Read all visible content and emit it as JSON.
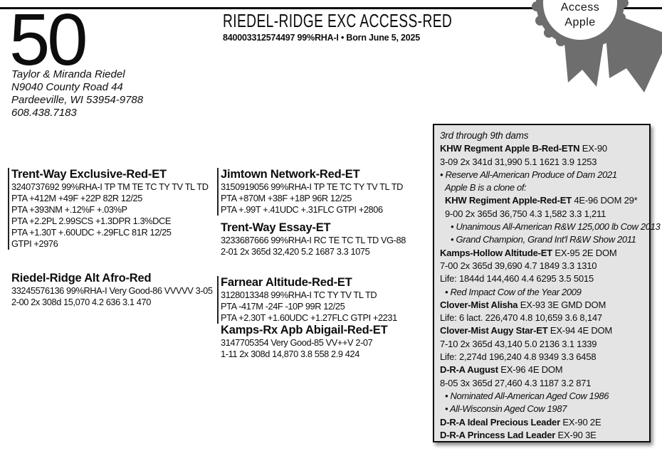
{
  "lot": {
    "number": "50"
  },
  "consignor": {
    "name": "Taylor & Miranda Riedel",
    "address_line1": "N9040 County Road 44",
    "address_line2": "Pardeeville, WI 53954-9788",
    "phone": "608.438.7183"
  },
  "animal": {
    "name": "RIEDEL-RIDGE EXC ACCESS-RED",
    "details": "840003312574497 99%RHA-I  •  Born June 5, 2025"
  },
  "ribbon": {
    "line1": "Access",
    "line2": "Apple",
    "color": "#6e6e6e"
  },
  "pedigree": {
    "left_column": [
      {
        "name": "Trent-Way Exclusive-Red-ET",
        "bar": true,
        "gap": 0,
        "lines": [
          "3240737692 99%RHA-I TP TM TE TC TY TV TL TD",
          "PTA +412M +49F +22P 82R 12/25",
          "PTA +393NM +.12%F +.03%P",
          "PTA +2.2PL 2.99SCS +1.3DPR 1.3%DCE",
          "PTA +1.30T +.60UDC +.29FLC 81R 12/25",
          "GTPI +2976"
        ]
      },
      {
        "name": "Riedel-Ridge Alt Afro-Red",
        "bar": false,
        "gap": 31,
        "lines": [
          "33245576136 99%RHA-I  Very Good-86 VVVVV 3-05",
          "2-00 2x 308d 15,070  4.2 636 3.1 470"
        ]
      }
    ],
    "middle_column": [
      {
        "name": "Jimtown Network-Red-ET",
        "bar": true,
        "gap": 0,
        "lines": [
          "3150919056 99%RHA-I TP TE TC TY TV TL TD",
          "PTA +870M +38F +18P 96R 12/25",
          "PTA +.99T +.41UDC +.31FLC   GTPI +2806"
        ]
      },
      {
        "name": "Trent-Way Essay-ET",
        "bar": false,
        "gap": 8,
        "lines": [
          "3233687666 99%RHA-I RC TE TC TL TD   VG-88",
          "2-01 2x 365d 32,420 5.2 1687 3.3 1075"
        ]
      },
      {
        "name": "Farnear Altitude-Red-ET",
        "bar": true,
        "gap": 26,
        "lines": [
          "3128013348 99%RHA-I TC TY TV TL TD",
          "PTA -417M -24F -10P 99R 12/25",
          "PTA +2.30T +1.60UDC +1.27FLC  GTPI +2231"
        ]
      },
      {
        "name": "Kamps-Rx Apb Abigail-Red-ET",
        "bar": false,
        "gap": 0,
        "lines": [
          "3147705354 Very Good-85 VV++V 2-07",
          "1-11 2x 308d 14,870  3.8 558 2.9 424"
        ]
      }
    ]
  },
  "dam_history": {
    "heading": "3rd through 9th dams",
    "lines": [
      {
        "bold": "KHW Regment Apple B-Red-ETN",
        "text": " EX-90"
      },
      {
        "text": "3-09 2x 341d  31,990  5.1 1621 3.9 1253"
      },
      {
        "text": "Reserve All-American Produce of Dam 2021",
        "italic": true,
        "bullet": true
      },
      {
        "text": "Apple B is a clone of:",
        "italic": true,
        "indent": 1
      },
      {
        "bold": "KHW Regiment Apple-Red-ET",
        "text": " 4E-96 DOM 29*",
        "indent": 1
      },
      {
        "text": "9-00 2x 365d 36,750 4.3 1,582 3.3 1,211",
        "indent": 1
      },
      {
        "text": "Unanimous All-American R&W 125,000 lb Cow 2013",
        "italic": true,
        "bullet": true,
        "indent": 2
      },
      {
        "text": "Grand Champion, Grand Int'l R&W Show 2011",
        "italic": true,
        "bullet": true,
        "indent": 2
      },
      {
        "bold": "Kamps-Hollow Altitude-ET",
        "text": "  EX-95 2E DOM"
      },
      {
        "text": "7-00 2x 365d 39,690  4.7 1849 3.3 1310"
      },
      {
        "text": "Life: 1844d 144,460 4.4 6295 3.5 5015"
      },
      {
        "text": "Red Impact Cow of the Year 2009",
        "italic": true,
        "bullet": true,
        "indent": 1
      },
      {
        "bold": "Clover-Mist Alisha",
        "text": " EX-93 3E GMD DOM"
      },
      {
        "text": "Life: 6 lact. 226,470 4.8 10,659 3.6 8,147"
      },
      {
        "bold": "Clover-Mist Augy Star-ET",
        "text": "  EX-94 4E DOM"
      },
      {
        "text": "7-10 2x 365d  43,140  5.0  2136  3.1  1339"
      },
      {
        "text": "Life: 2,274d  196,240  4.8  9349  3.3  6458"
      },
      {
        "bold": "D-R-A August",
        "text": "  EX-96 4E DOM"
      },
      {
        "text": "8-05 3x 365d 27,460  4.3  1187  3.2  871"
      },
      {
        "text": "Nominated All-American Aged Cow 1986",
        "italic": true,
        "bullet": true,
        "indent": 1
      },
      {
        "text": "All-Wisconsin Aged Cow 1987",
        "italic": true,
        "bullet": true,
        "indent": 1
      },
      {
        "bold": "D-R-A Ideal Precious Leader",
        "text": "  EX-90 2E"
      },
      {
        "bold": "D-R-A Princess Lad Leader",
        "text": "  EX-90 3E"
      }
    ]
  }
}
